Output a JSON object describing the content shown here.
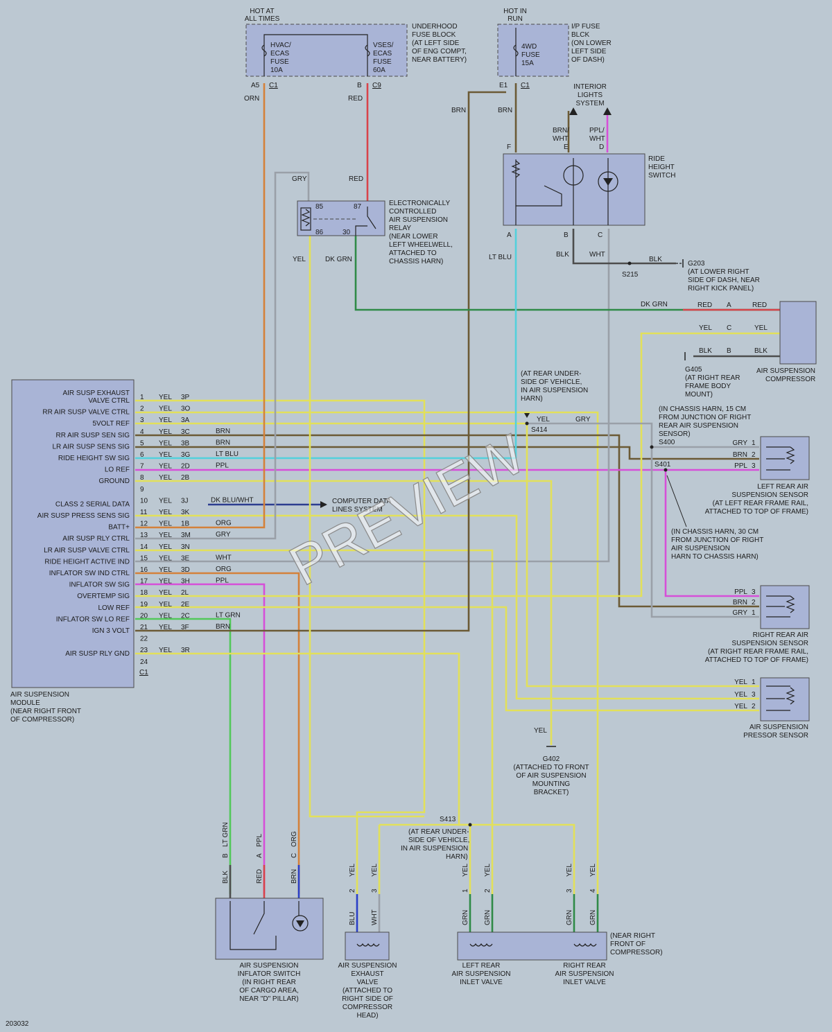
{
  "fuse_block": {
    "hot_label_1": "HOT AT",
    "hot_label_2": "ALL TIMES",
    "fuse1_l1": "HVAC/",
    "fuse1_l2": "ECAS",
    "fuse1_l3": "FUSE",
    "fuse1_l4": "10A",
    "fuse2_l1": "VSES/",
    "fuse2_l2": "ECAS",
    "fuse2_l3": "FUSE",
    "fuse2_l4": "60A",
    "desc_l1": "UNDERHOOD",
    "desc_l2": "FUSE BLOCK",
    "desc_l3": "(AT LEFT SIDE",
    "desc_l4": "OF ENG COMPT,",
    "desc_l5": "NEAR BATTERY)",
    "pin_a5": "A5",
    "pin_b": "B",
    "conn_c1": "C1",
    "conn_c9": "C9"
  },
  "ip_fuse": {
    "hot_l1": "HOT IN",
    "hot_l2": "RUN",
    "f_l1": "4WD",
    "f_l2": "FUSE",
    "f_l3": "15A",
    "desc_l1": "I/P FUSE",
    "desc_l2": "BLCK",
    "desc_l3": "(ON LOWER",
    "desc_l4": "LEFT SIDE",
    "desc_l5": "OF DASH)",
    "pin_e1": "E1",
    "conn_c1": "C1"
  },
  "relay": {
    "l1": "ELECTRONICALLY",
    "l2": "CONTROLLED",
    "l3": "AIR SUSPENSION",
    "l4": "RELAY",
    "l5": "(NEAR LOWER",
    "l6": "LEFT WHEELWELL,",
    "l7": "ATTACHED TO",
    "l8": "CHASSIS HARN)",
    "p85": "85",
    "p87": "87",
    "p86": "86",
    "p30": "30"
  },
  "ride_height": {
    "l1": "RIDE",
    "l2": "HEIGHT",
    "l3": "SWITCH",
    "pin_f": "F",
    "pin_e": "E",
    "pin_d": "D",
    "pin_a": "A",
    "pin_b": "B",
    "pin_c": "C",
    "lights_l1": "INTERIOR",
    "lights_l2": "LIGHTS",
    "lights_l3": "SYSTEM",
    "w_brnwht_1": "BRN/",
    "w_brnwht_2": "WHT",
    "w_pplwht_1": "PPL/",
    "w_pplwht_2": "WHT"
  },
  "grounds": {
    "g203": "G203",
    "g203_l1": "(AT LOWER RIGHT",
    "g203_l2": "SIDE OF DASH, NEAR",
    "g203_l3": "RIGHT KICK PANEL)",
    "s215": "S215",
    "g405": "G405",
    "g405_l1": "(AT RIGHT REAR",
    "g405_l2": "FRAME BODY",
    "g405_l3": "MOUNT)",
    "g402": "G402",
    "g402_l1": "(ATTACHED TO FRONT",
    "g402_l2": "OF AIR SUSPENSION",
    "g402_l3": "MOUNTING",
    "g402_l4": "BRACKET)"
  },
  "compressor": {
    "l1": "AIR SUSPENSION",
    "l2": "COMPRESSOR",
    "pin_a": "A",
    "pin_b": "B",
    "pin_c": "C"
  },
  "splices": {
    "s414_l1": "(AT REAR UNDER-",
    "s414_l2": "SIDE OF VEHICLE,",
    "s414_l3": "IN AIR SUSPENSION",
    "s414_l4": "HARN)",
    "s414": "S414",
    "s400_l1": "(IN CHASSIS HARN, 15 CM",
    "s400_l2": "FROM JUNCTION OF RIGHT",
    "s400_l3": "REAR AIR SUSPENSION",
    "s400_l4": "SENSOR)",
    "s400": "S400",
    "s401": "S401",
    "s401_l1": "(IN CHASSIS HARN, 30 CM",
    "s401_l2": "FROM JUNCTION OF RIGHT",
    "s401_l3": "AIR SUSPENSION",
    "s401_l4": "HARN TO CHASSIS HARN)",
    "s413": "S413",
    "s413_l1": "(AT REAR UNDER-",
    "s413_l2": "SIDE OF VEHICLE,",
    "s413_l3": "IN AIR SUSPENSION",
    "s413_l4": "HARN)"
  },
  "module": {
    "name_l1": "AIR SUSPENSION",
    "name_l2": "MODULE",
    "name_l3": "(NEAR RIGHT FRONT",
    "name_l4": "OF COMPRESSOR)",
    "conn": "C1",
    "pins": [
      {
        "label": "AIR SUSP EXHAUST",
        "label2": "VALVE CTRL",
        "num": "1",
        "color": "YEL",
        "cav": "3P"
      },
      {
        "label": "RR AIR SUSP VALVE CTRL",
        "num": "2",
        "color": "YEL",
        "cav": "3O"
      },
      {
        "label": "5VOLT REF",
        "num": "3",
        "color": "YEL",
        "cav": "3A"
      },
      {
        "label": "RR AIR SUSP SEN SIG",
        "num": "4",
        "color": "YEL",
        "cav": "3C"
      },
      {
        "label": "LR AIR SUSP SENS SIG",
        "num": "5",
        "color": "YEL",
        "cav": "3B"
      },
      {
        "label": "RIDE HEIGHT SW SIG",
        "num": "6",
        "color": "YEL",
        "cav": "3G"
      },
      {
        "label": "LO REF",
        "num": "7",
        "color": "YEL",
        "cav": "2D"
      },
      {
        "label": "GROUND",
        "num": "8",
        "color": "YEL",
        "cav": "2B"
      },
      {
        "label": "",
        "num": "9",
        "color": "",
        "cav": ""
      },
      {
        "label": "CLASS 2 SERIAL DATA",
        "num": "10",
        "color": "YEL",
        "cav": "3J"
      },
      {
        "label": "AIR SUSP PRESS SENS SIG",
        "num": "11",
        "color": "YEL",
        "cav": "3K"
      },
      {
        "label": "BATT+",
        "num": "12",
        "color": "YEL",
        "cav": "1B"
      },
      {
        "label": "AIR SUSP RLY CTRL",
        "num": "13",
        "color": "YEL",
        "cav": "3M"
      },
      {
        "label": "LR AIR SUSP VALVE CTRL",
        "num": "14",
        "color": "YEL",
        "cav": "3N"
      },
      {
        "label": "RIDE HEIGHT ACTIVE IND",
        "num": "15",
        "color": "YEL",
        "cav": "3E"
      },
      {
        "label": "INFLATOR SW IND CTRL",
        "num": "16",
        "color": "YEL",
        "cav": "3D"
      },
      {
        "label": "INFLATOR SW SIG",
        "num": "17",
        "color": "YEL",
        "cav": "3H"
      },
      {
        "label": "OVERTEMP SIG",
        "num": "18",
        "color": "YEL",
        "cav": "2L"
      },
      {
        "label": "LOW REF",
        "num": "19",
        "color": "YEL",
        "cav": "2E"
      },
      {
        "label": "INFLATOR SW LO REF",
        "num": "20",
        "color": "YEL",
        "cav": "2C"
      },
      {
        "label": "IGN 3 VOLT",
        "num": "21",
        "color": "YEL",
        "cav": "3F"
      },
      {
        "label": "",
        "num": "22",
        "color": "",
        "cav": ""
      },
      {
        "label": "AIR SUSP RLY GND",
        "num": "23",
        "color": "YEL",
        "cav": "3R"
      },
      {
        "label": "",
        "num": "24",
        "color": "",
        "cav": ""
      }
    ],
    "out_wires": [
      {
        "pin": 4,
        "color": "BRN"
      },
      {
        "pin": 5,
        "color": "BRN"
      },
      {
        "pin": 6,
        "color": "LT BLU"
      },
      {
        "pin": 7,
        "color": "PPL"
      },
      {
        "pin": 10,
        "color": "DK BLU/WHT"
      },
      {
        "pin": 12,
        "color": "ORG"
      },
      {
        "pin": 13,
        "color": "GRY"
      },
      {
        "pin": 15,
        "color": "WHT"
      },
      {
        "pin": 16,
        "color": "ORG"
      },
      {
        "pin": 17,
        "color": "PPL"
      },
      {
        "pin": 20,
        "color": "LT GRN"
      },
      {
        "pin": 21,
        "color": "BRN"
      }
    ],
    "computer_l1": "COMPUTER DATA",
    "computer_l2": "LINES SYSTEM"
  },
  "wire_labels": {
    "orn": "ORN",
    "red_top": "RED",
    "red_relay": "RED",
    "gry": "GRY",
    "brn_1": "BRN",
    "brn_2": "BRN",
    "yel_relay": "YEL",
    "dkgrn": "DK GRN",
    "ltblu": "LT BLU",
    "blk": "BLK",
    "wht": "WHT",
    "blk_g203": "BLK",
    "dkgrn_comp": "DK GRN",
    "red_comp_1": "RED",
    "red_comp_2": "RED",
    "yel_comp_1": "YEL",
    "yel_comp_2": "YEL",
    "blk_comp_1": "BLK",
    "blk_comp_2": "BLK",
    "yel_s414": "YEL",
    "gry_s414": "GRY",
    "yel_g402": "YEL"
  },
  "lr_sensor": {
    "l1": "LEFT REAR AIR",
    "l2": "SUSPENSION SENSOR",
    "l3": "(AT LEFT REAR FRAME RAIL,",
    "l4": "ATTACHED TO TOP OF FRAME)",
    "pins": [
      {
        "color": "GRY",
        "num": "1"
      },
      {
        "color": "BRN",
        "num": "2"
      },
      {
        "color": "PPL",
        "num": "3"
      }
    ]
  },
  "rr_sensor": {
    "l1": "RIGHT REAR AIR",
    "l2": "SUSPENSION SENSOR",
    "l3": "(AT RIGHT REAR FRAME RAIL,",
    "l4": "ATTACHED TO TOP OF FRAME)",
    "pins": [
      {
        "color": "PPL",
        "num": "3"
      },
      {
        "color": "BRN",
        "num": "2"
      },
      {
        "color": "GRY",
        "num": "1"
      }
    ]
  },
  "press_sensor": {
    "l1": "AIR SUSPENSION",
    "l2": "PRESSOR SENSOR",
    "pins": [
      {
        "color": "YEL",
        "num": "1"
      },
      {
        "color": "YEL",
        "num": "3"
      },
      {
        "color": "YEL",
        "num": "2"
      }
    ]
  },
  "inflator": {
    "l1": "AIR SUSPENSION",
    "l2": "INFLATOR SWITCH",
    "l3": "(IN RIGHT REAR",
    "l4": "OF CARGO AREA,",
    "l5": "NEAR \"D\" PILLAR)",
    "pins": [
      {
        "pin": "B",
        "upper": "LT GRN",
        "lower": "BLK"
      },
      {
        "pin": "A",
        "upper": "PPL",
        "lower": "RED"
      },
      {
        "pin": "C",
        "upper": "ORG",
        "lower": "BRN"
      }
    ]
  },
  "exhaust": {
    "l1": "AIR SUSPENSION",
    "l2": "EXHAUST",
    "l3": "VALVE",
    "l4": "(ATTACHED TO",
    "l5": "RIGHT SIDE OF",
    "l6": "COMPRESSOR",
    "l7": "HEAD)",
    "pins": [
      {
        "pin": "2",
        "upper": "YEL",
        "lower": "BLU"
      },
      {
        "pin": "3",
        "upper": "YEL",
        "lower": "WHT"
      }
    ]
  },
  "inlet": {
    "left_l1": "LEFT REAR",
    "left_l2": "AIR SUSPENSION",
    "left_l3": "INLET VALVE",
    "right_l1": "RIGHT REAR",
    "right_l2": "AIR SUSPENSION",
    "right_l3": "INLET VALVE",
    "loc_l1": "(NEAR RIGHT",
    "loc_l2": "FRONT OF",
    "loc_l3": "COMPRESSOR)",
    "pins": [
      {
        "pin": "1",
        "upper": "YEL",
        "lower": "GRN"
      },
      {
        "pin": "2",
        "upper": "YEL",
        "lower": "GRN"
      },
      {
        "pin": "3",
        "upper": "YEL",
        "lower": "GRN"
      },
      {
        "pin": "4",
        "upper": "YEL",
        "lower": "GRN"
      }
    ]
  },
  "footer": {
    "code": "203032"
  },
  "watermark": "PREVIEW",
  "colors": {
    "yel": "#e2e05a",
    "orn": "#d4813a",
    "red": "#d8434a",
    "brn": "#6b5a35",
    "grn": "#2f8a47",
    "ltblu": "#52d1dc",
    "ppl": "#d64fd8",
    "gry": "#9aa0a8",
    "blk": "#4d4d4d",
    "ltgrn": "#52c85a",
    "blu": "#2a3fc7",
    "dkblu": "#2c3d8f"
  }
}
